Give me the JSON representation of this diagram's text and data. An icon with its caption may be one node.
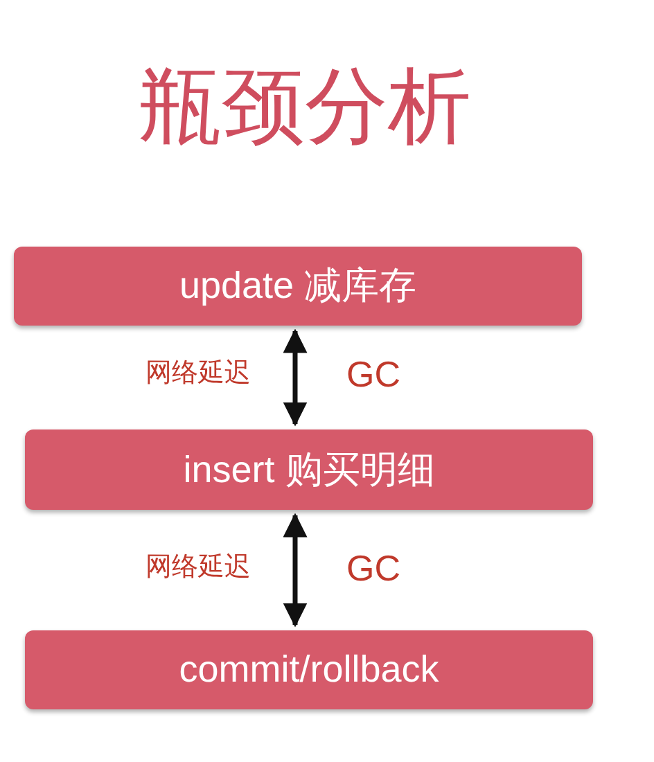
{
  "diagram": {
    "title": "瓶颈分析",
    "nodes": [
      {
        "text": [
          "update 减库存"
        ]
      },
      {
        "text": [
          "insert 购买明细"
        ]
      },
      {
        "text": [
          "commit/rollback"
        ]
      }
    ],
    "edges": [
      {
        "from": 0,
        "to": 1,
        "arrow": "both",
        "label": "网络延迟"
      },
      {
        "from": 1,
        "to": 2,
        "arrow": "both",
        "label": "网络延迟"
      }
    ],
    "labels": [
      "GC",
      "GC"
    ]
  }
}
